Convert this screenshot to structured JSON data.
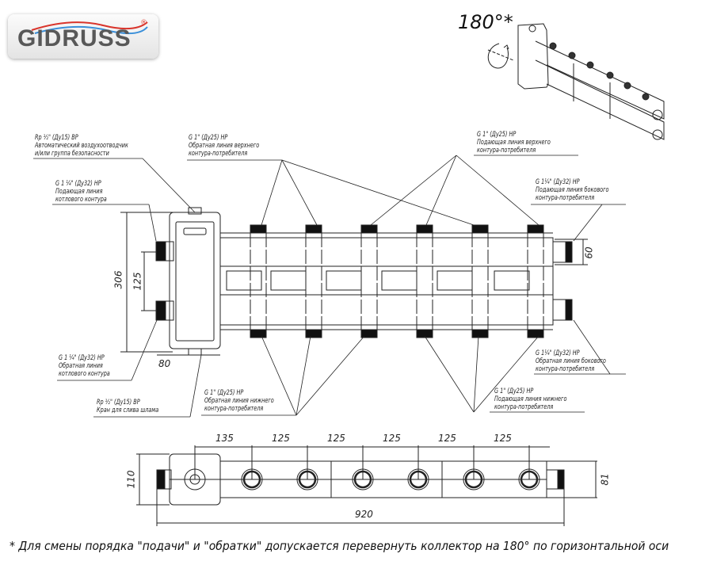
{
  "brand": {
    "name": "GIDRUSS",
    "registered": "®"
  },
  "rotation_label": "180°*",
  "callouts": {
    "air_vent": {
      "spec": "Rp ½\" (Ду15) ВР",
      "line1": "Автоматический воздухоотводчик",
      "line2": "и/или группа безопасности"
    },
    "boiler_supply": {
      "spec": "G 1 ¼\" (Ду32) НР",
      "line1": "Подающая линия",
      "line2": "котлового контура"
    },
    "upper_return": {
      "spec": "G 1\" (Ду25) НР",
      "line1": "Обратная линия верхнего",
      "line2": "контура-потребителя"
    },
    "upper_supply": {
      "spec": "G 1\" (Ду25) НР",
      "line1": "Подающая линия верхнего",
      "line2": "контура-потребителя"
    },
    "side_supply": {
      "spec": "G 1¼\" (Ду32) НР",
      "line1": "Подающая линия бокового",
      "line2": "контура-потребителя"
    },
    "boiler_return": {
      "spec": "G 1 ¼\" (Ду32) НР",
      "line1": "Обратная линия",
      "line2": "котлового контура"
    },
    "drain": {
      "spec": "Rp ½\" (Ду15) ВР",
      "line1": "Кран для слива шлама"
    },
    "lower_return": {
      "spec": "G 1\" (Ду25) НР",
      "line1": "Обратная линия нижнего",
      "line2": "контура-потребителя"
    },
    "side_return": {
      "spec": "G 1¼\" (Ду32) НР",
      "line1": "Обратная линия бокового",
      "line2": "контура-потребителя"
    },
    "lower_supply": {
      "spec": "G 1\" (Ду25) НР",
      "line1": "Подающая линия нижнего",
      "line2": "контура-потребителя"
    }
  },
  "dimensions": {
    "height_total": "306",
    "boiler_spacing": "125",
    "separator_width": "80",
    "side_spacing": "60",
    "top_spacings": [
      "135",
      "125",
      "125",
      "125",
      "125",
      "125"
    ],
    "depth_left": "110",
    "depth_right": "81",
    "length_total": "920"
  },
  "footnote": "* Для смены порядка \"подачи\" и \"обратки\" допускается перевернуть коллектор на 180° по горизонтальной оси"
}
